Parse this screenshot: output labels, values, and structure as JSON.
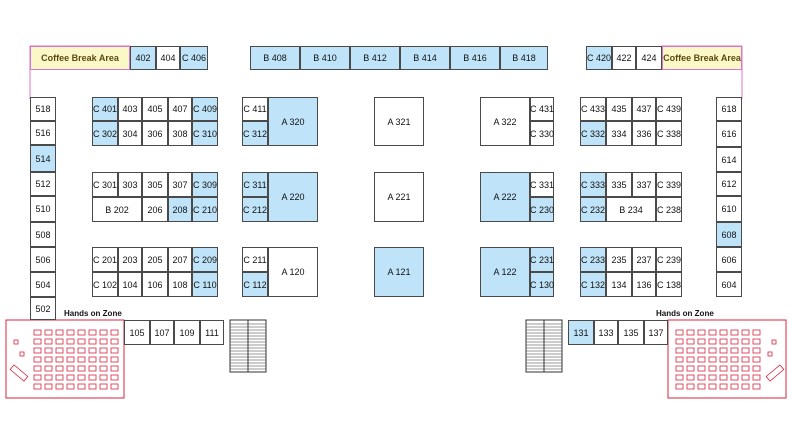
{
  "colors": {
    "booth": "#ffffff",
    "booth_highlight": "#bfe3f8",
    "coffee_fill": "#fbf8c8",
    "outline_pink": "#d877c8",
    "zone_red": "#d7263d",
    "border": "#4a4a4a"
  },
  "labels": {
    "coffee_left": "Coffee Break Area",
    "coffee_right": "Coffee Break Area",
    "hands_left": "Hands on Zone",
    "hands_right": "Hands on Zone"
  },
  "booths": {
    "b402": "402",
    "b404": "404",
    "c406": "C 406",
    "b408": "B 408",
    "b410": "B 410",
    "b412": "B 412",
    "b414": "B 414",
    "b416": "B 416",
    "b418": "B 418",
    "c420": "C 420",
    "b422": "422",
    "b424": "424",
    "w518": "518",
    "w516": "516",
    "w514": "514",
    "w512": "512",
    "w510": "510",
    "w508": "508",
    "w506": "506",
    "w504": "504",
    "w502": "502",
    "e618": "618",
    "e616": "616",
    "e614": "614",
    "e612": "612",
    "e610": "610",
    "e608": "608",
    "e606": "606",
    "e604": "604",
    "c401": "C 401",
    "b403": "403",
    "b405": "405",
    "b407": "407",
    "c409": "C 409",
    "c302": "C 302",
    "b304": "304",
    "b306": "306",
    "b308": "308",
    "c310": "C 310",
    "c411": "C 411",
    "c312": "C 312",
    "a320": "A 320",
    "a321": "A 321",
    "a322": "A 322",
    "c431": "C 431",
    "c330": "C 330",
    "c433": "C 433",
    "b435": "435",
    "b437": "437",
    "c439": "C 439",
    "c332": "C 332",
    "b334": "334",
    "b336": "336",
    "c338": "C 338",
    "c301": "C 301",
    "b303": "303",
    "b305": "305",
    "b307": "307",
    "c309": "C 309",
    "b202": "B 202",
    "b206": "206",
    "b208": "208",
    "c210": "C 210",
    "c311": "C 311",
    "c212": "C 212",
    "a220": "A 220",
    "a221": "A 221",
    "a222": "A 222",
    "c331": "C 331",
    "c230": "C 230",
    "c333": "C 333",
    "b335": "335",
    "b337": "337",
    "c339": "C 339",
    "c232": "C 232",
    "b234": "B 234",
    "c238": "C 238",
    "c201": "C 201",
    "b203": "203",
    "b205": "205",
    "b207": "207",
    "c209": "C 209",
    "c102": "C 102",
    "b104": "104",
    "b106": "106",
    "b108": "108",
    "c110": "C 110",
    "c211": "C 211",
    "c112": "C 112",
    "a120": "A 120",
    "a121": "A 121",
    "a122": "A 122",
    "c231": "C 231",
    "c130": "C 130",
    "c233": "C 233",
    "b235": "235",
    "b237": "237",
    "c239": "C 239",
    "c132": "C 132",
    "b134": "134",
    "b136": "136",
    "c138": "C 138",
    "b105": "105",
    "b107": "107",
    "b109": "109",
    "b111": "111",
    "b131": "131",
    "b133": "133",
    "b135": "135",
    "b137": "137"
  },
  "highlighted": [
    "b402",
    "c406",
    "b408",
    "b410",
    "b412",
    "b414",
    "b416",
    "b418",
    "c420",
    "w514",
    "e608",
    "c401",
    "c409",
    "c302",
    "c310",
    "c312",
    "a320",
    "c332",
    "c309",
    "b208",
    "c210",
    "c311",
    "c212",
    "a220",
    "a222",
    "c230",
    "c333",
    "c232",
    "c209",
    "c110",
    "c112",
    "a121",
    "a122",
    "c231",
    "c130",
    "c233",
    "c132",
    "b131"
  ]
}
